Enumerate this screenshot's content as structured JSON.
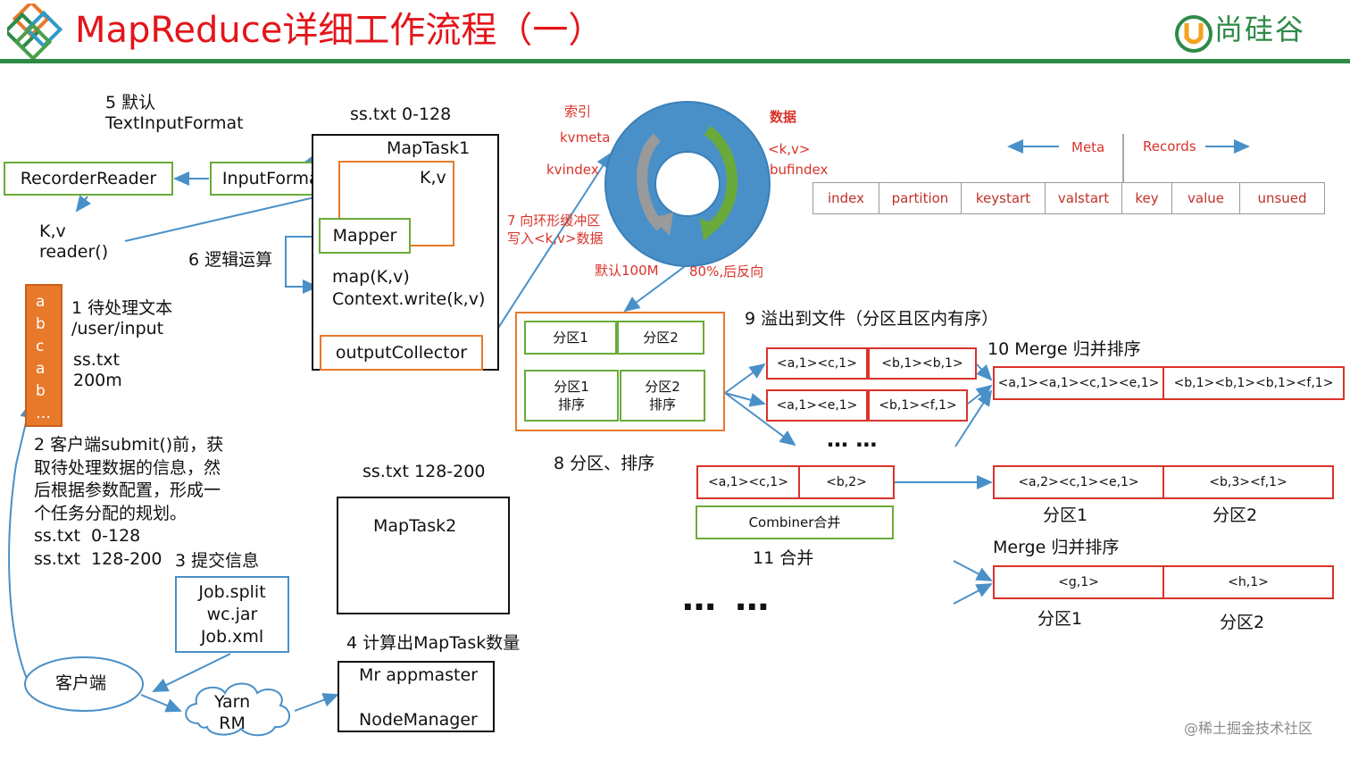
{
  "header": {
    "title": "MapReduce详细工作流程（一）",
    "brand": "尚硅谷",
    "brand_color": "#2d8a47",
    "title_color": "#e3151a"
  },
  "labels": {
    "step5": "5 默认\nTextInputFormat",
    "recorder_reader": "RecorderReader",
    "input_format": "InputFormat",
    "kv_reader": "K,v\nreader()",
    "split1": "ss.txt 0-128",
    "maptask1": "MapTask1",
    "kv": "K,v",
    "mapper": "Mapper",
    "step6": "6 逻辑运算",
    "map_code": "map(K,v)\nContext.write(k,v)",
    "output_collector": "outputCollector",
    "file_chars": "a\nb\nc\na\nb\n…",
    "step1": "1 待处理文本\n/user/input",
    "file_info": "ss.txt\n200m",
    "step2": "2 客户端submit()前，获\n取待处理数据的信息，然\n后根据参数配置，形成一\n个任务分配的规划。\nss.txt  0-128\nss.txt  128-200",
    "step3": "3 提交信息",
    "job_files": "Job.split\nwc.jar\nJob.xml",
    "client": "客户端",
    "yarn": "Yarn\nRM",
    "split2": "ss.txt 128-200",
    "maptask2": "MapTask2",
    "step4": "4 计算出MapTask数量",
    "appmaster": "Mr appmaster\n\nNodeManager",
    "ring_index": "索引",
    "ring_kvmeta": "kvmeta",
    "ring_kvindex": "kvindex",
    "ring_data": "数据",
    "ring_kv": "<k,v>",
    "ring_bufindex": "bufindex",
    "step7": "7 向环形缓冲区\n写入<k,v>数据",
    "default100m": "默认100M",
    "spill80": "80%,后反向",
    "meta_label": "Meta",
    "records_label": "Records",
    "meta_cells": [
      "index",
      "partition",
      "keystart",
      "valstart"
    ],
    "record_cells": [
      "key",
      "value",
      "unsued"
    ],
    "partition1": "分区1",
    "partition2": "分区2",
    "partition1_sort": "分区1\n排序",
    "partition2_sort": "分区2\n排序",
    "step8": "8 分区、排序",
    "step9": "9 溢出到文件（分区且区内有序）",
    "spill_a1": "<a,1><c,1>",
    "spill_b1": "<b,1><b,1>",
    "spill_a2": "<a,1><e,1>",
    "spill_b2": "<b,1><f,1>",
    "dots_small": "…  …",
    "step10": "10 Merge 归并排序",
    "merged_a": "<a,1><a,1><c,1><e,1>",
    "merged_b": "<b,1><b,1><b,1><f,1>",
    "comb_a": "<a,1><c,1>",
    "comb_b": "<b,2>",
    "combiner": "Combiner合并",
    "step11": "11 合并",
    "comb_out_a": "<a,2><c,1><e,1>",
    "comb_out_b": "<b,3><f,1>",
    "part_label1": "分区1",
    "part_label2": "分区2",
    "merge_label": "Merge 归并排序",
    "g1": "<g,1>",
    "h1": "<h,1>",
    "part_label3": "分区1",
    "part_label4": "分区2",
    "dots_big": "…  …",
    "watermark": "@稀土掘金技术社区"
  }
}
